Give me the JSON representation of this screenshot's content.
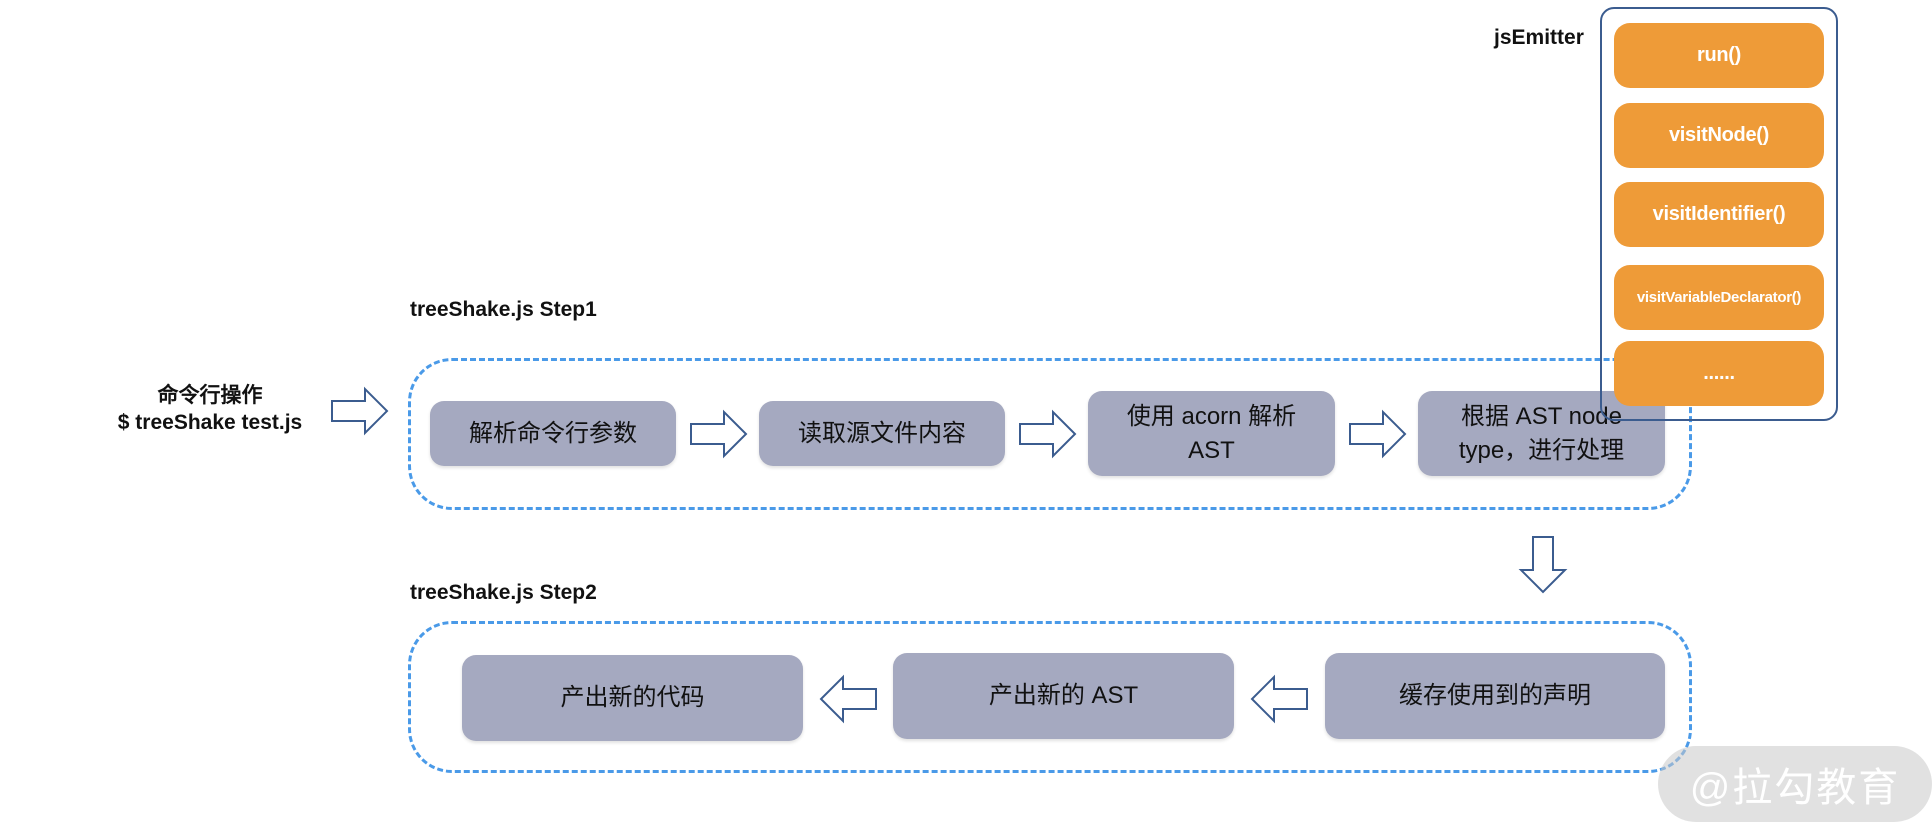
{
  "command": {
    "line1": "命令行操作",
    "line2": "$ treeShake test.js"
  },
  "step1": {
    "label": "treeShake.js Step1",
    "boxes": [
      "解析命令行参数",
      "读取源文件内容",
      "使用 acorn 解析\nAST",
      "根据 AST node\ntype，进行处理"
    ]
  },
  "step2": {
    "label": "treeShake.js Step2",
    "boxes": [
      "产出新的代码",
      "产出新的 AST",
      "缓存使用到的声明"
    ]
  },
  "emitter": {
    "title": "jsEmitter",
    "methods": [
      "run()",
      "visitNode()",
      "visitIdentifier()",
      "visitVariableDeclarator()",
      "......"
    ]
  },
  "colors": {
    "process_box": "#a5a9c0",
    "method_box": "#ee9b38",
    "dashed_border": "#4a9ae8",
    "arrow_stroke": "#3b5c8f"
  },
  "watermark": "@拉勾教育"
}
